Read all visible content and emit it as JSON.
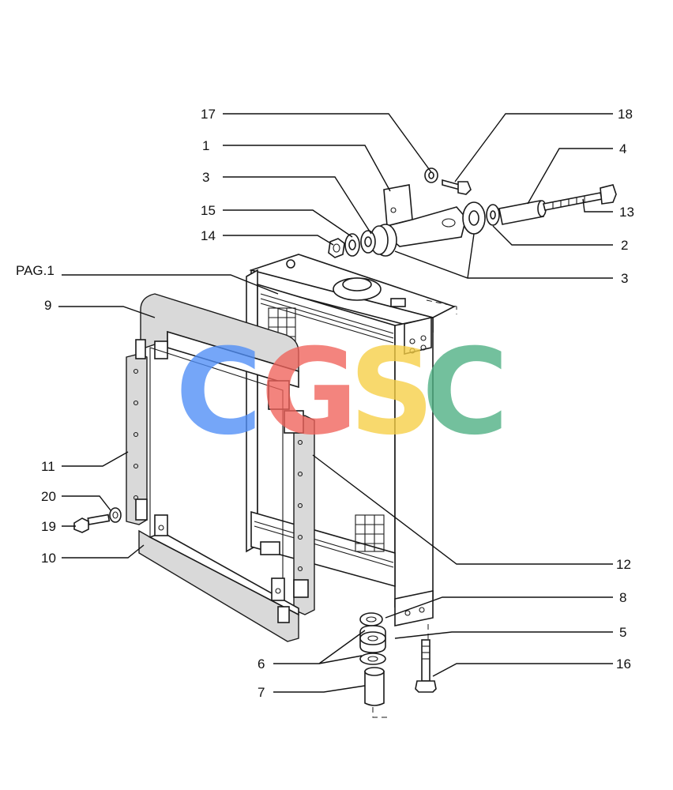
{
  "callouts": [
    {
      "id": "c17",
      "text": "17"
    },
    {
      "id": "c18",
      "text": "18"
    },
    {
      "id": "c1",
      "text": "1"
    },
    {
      "id": "c4",
      "text": "4"
    },
    {
      "id": "c3a",
      "text": "3"
    },
    {
      "id": "c15",
      "text": "15"
    },
    {
      "id": "c13",
      "text": "13"
    },
    {
      "id": "c14",
      "text": "14"
    },
    {
      "id": "c2",
      "text": "2"
    },
    {
      "id": "cpag",
      "text": "PAG.1"
    },
    {
      "id": "c3b",
      "text": "3"
    },
    {
      "id": "c9",
      "text": "9"
    },
    {
      "id": "c11",
      "text": "11"
    },
    {
      "id": "c20",
      "text": "20"
    },
    {
      "id": "c19",
      "text": "19"
    },
    {
      "id": "c10",
      "text": "10"
    },
    {
      "id": "c12",
      "text": "12"
    },
    {
      "id": "c8",
      "text": "8"
    },
    {
      "id": "c5",
      "text": "5"
    },
    {
      "id": "c6",
      "text": "6"
    },
    {
      "id": "c16",
      "text": "16"
    },
    {
      "id": "c7",
      "text": "7"
    }
  ],
  "watermark": {
    "letters": [
      "C",
      "G",
      "S",
      "C"
    ],
    "colors": [
      "#4f8ef7",
      "#f0625a",
      "#f7cf45",
      "#4daf82"
    ]
  }
}
